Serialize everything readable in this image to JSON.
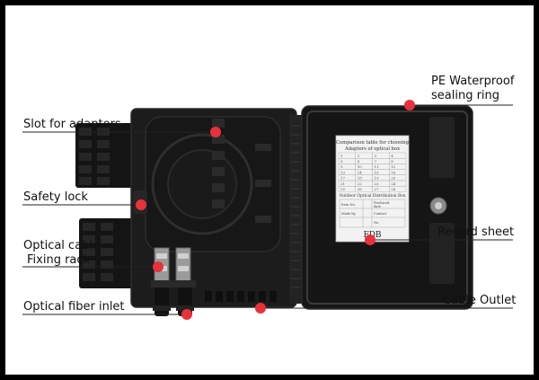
{
  "callouts": {
    "slot_adapters": "Slot for adapters",
    "safety_lock": "Safety lock",
    "optical_cable_line1": "Optical cable",
    "optical_cable_line2": "Fixing rack",
    "fiber_inlet": "Optical fiber inlet",
    "pe_line1": "PE Waterproof",
    "pe_line2": "sealing ring",
    "record_sheet": "Record sheet",
    "cable_outlet": "Cable Outlet"
  },
  "record_card": {
    "title_line1": "Comparison table for choosing",
    "title_line2": "Adaptors of optical box",
    "grid_numbers": [
      "1",
      "2",
      "3",
      "4",
      "5",
      "6",
      "7",
      "8",
      "9",
      "10",
      "11",
      "12",
      "13",
      "14",
      "15",
      "16",
      "17",
      "18",
      "19",
      "20",
      "21",
      "22",
      "23",
      "24",
      "25",
      "26",
      "27",
      "28"
    ],
    "box_title": "Outdoor Optical Distribution Box",
    "row1_left": "Item No.",
    "row1_right_1": "Produced",
    "row1_right_2": "date",
    "row2_left": "Made by",
    "row2_right": "Contact",
    "row3_right": "No.",
    "logo": "FDB"
  },
  "colors": {
    "marker": "#e8313c",
    "enclosure": "#1c1c1c",
    "lid": "#151515",
    "card": "#f2f2f2"
  }
}
